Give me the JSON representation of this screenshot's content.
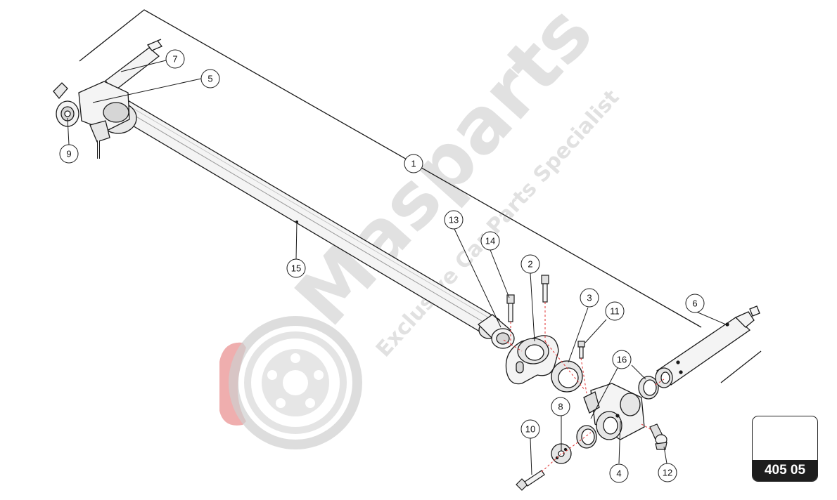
{
  "watermark": {
    "brand": "Masparts",
    "tagline": "Exclusive Car Parts Specialist"
  },
  "reference_code": "405 05",
  "callouts": [
    "1",
    "2",
    "3",
    "4",
    "5",
    "6",
    "7",
    "8",
    "9",
    "10",
    "11",
    "12",
    "13",
    "14",
    "15",
    "16"
  ],
  "colors": {
    "line": "#1a1a1a",
    "part_fill": "#f4f4f4",
    "part_shade": "#d6d6d6",
    "leader_dashed": "#e03030",
    "watermark_gray": "#c9c9c9",
    "watermark_red": "#e88b8b"
  }
}
